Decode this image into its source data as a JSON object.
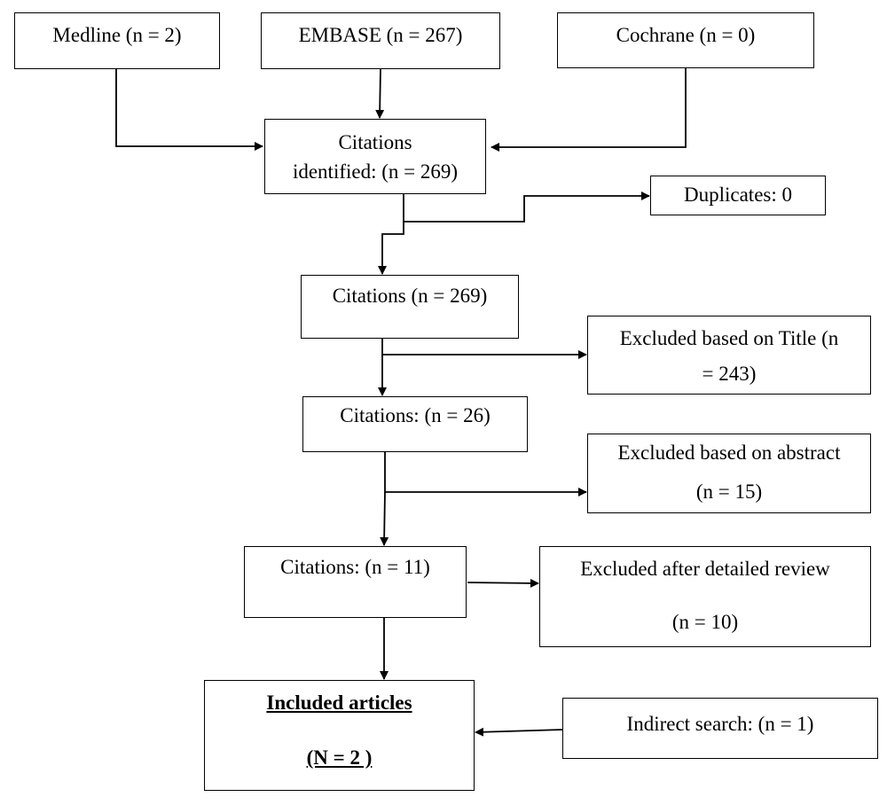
{
  "sources": {
    "medline": "Medline (n = 2)",
    "embase": "EMBASE (n = 267)",
    "cochrane": "Cochrane (n = 0)"
  },
  "identified": {
    "line1": "Citations",
    "line2": "identified: (n = 269)"
  },
  "duplicates": "Duplicates: 0",
  "citations_269": "Citations (n = 269)",
  "excluded_title": {
    "line1": "Excluded based on Title (n",
    "line2": "= 243)"
  },
  "citations_26": "Citations: (n = 26)",
  "excluded_abstract": {
    "line1": "Excluded based on abstract",
    "line2": "(n = 15)"
  },
  "citations_11": "Citations: (n = 11)",
  "excluded_review": {
    "line1": "Excluded after detailed review",
    "line2": "(n = 10)"
  },
  "included": {
    "line1": "Included articles",
    "line2": "(N = 2 )"
  },
  "indirect": "Indirect search: (n = 1)",
  "colors": {
    "line": "#000000",
    "background": "#ffffff"
  }
}
